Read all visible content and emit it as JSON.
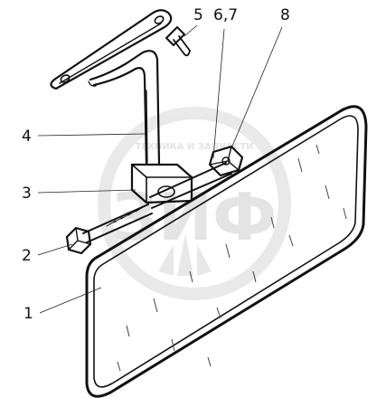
{
  "figure": {
    "callouts": [
      {
        "id": "1",
        "label": "1"
      },
      {
        "id": "2",
        "label": "2"
      },
      {
        "id": "3",
        "label": "3"
      },
      {
        "id": "4",
        "label": "4"
      },
      {
        "id": "5",
        "label": "5"
      },
      {
        "id": "6-7",
        "label": "6,7"
      },
      {
        "id": "8",
        "label": "8"
      }
    ],
    "watermark": {
      "arc_text": "ТЕХНИКА И ЗАПЧАСТИ",
      "logo_text": "ЗИФ"
    }
  }
}
